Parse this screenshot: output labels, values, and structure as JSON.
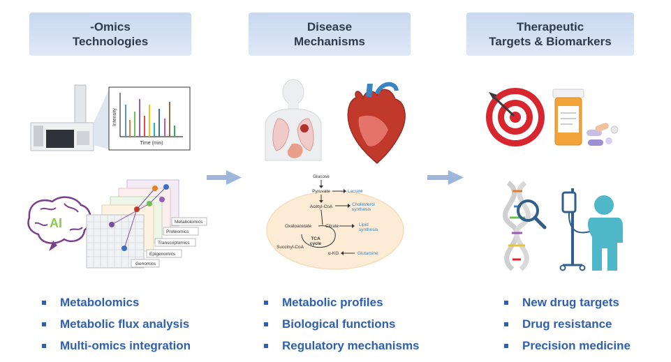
{
  "columns": [
    {
      "header": "-Omics\nTechnologies",
      "items": [
        "Metabolomics",
        "Metabolic flux analysis",
        "Multi-omics integration"
      ]
    },
    {
      "header": "Disease\nMechanisms",
      "items": [
        "Metabolic profiles",
        "Biological functions",
        "Regulatory mechanisms"
      ]
    },
    {
      "header": "Therapeutic\nTargets & Biomarkers",
      "items": [
        "New drug targets",
        "Drug resistance",
        "Precision medicine"
      ]
    }
  ],
  "spectrum": {
    "ylabel": "Intensity",
    "xlabel": "Time (min)"
  },
  "omics_layers": [
    "Metabolomics",
    "Proteomics",
    "Transcriptomics",
    "Epigenomics",
    "Genomics"
  ],
  "ai_label": "AI",
  "pathway": {
    "glucose": "Glucose",
    "pyruvate": "Pyruvate",
    "lactate": "Lactate",
    "acetyl_coa": "Acetyl-CoA",
    "cholesterol": "Cholesterol",
    "synthesis": "synthesis",
    "oxaloacetate": "Oxaloacetate",
    "citrate": "Citrate",
    "lipid": "Lipid",
    "tca": "TCA",
    "cycle": "cycle",
    "succinyl": "Succinyl-CoA",
    "akg": "α-KG",
    "glutamine": "Glutamine"
  },
  "colors": {
    "accent": "#2e5fb0",
    "header_bg": "#d4e0f2",
    "arrow": "#9db6d9"
  }
}
